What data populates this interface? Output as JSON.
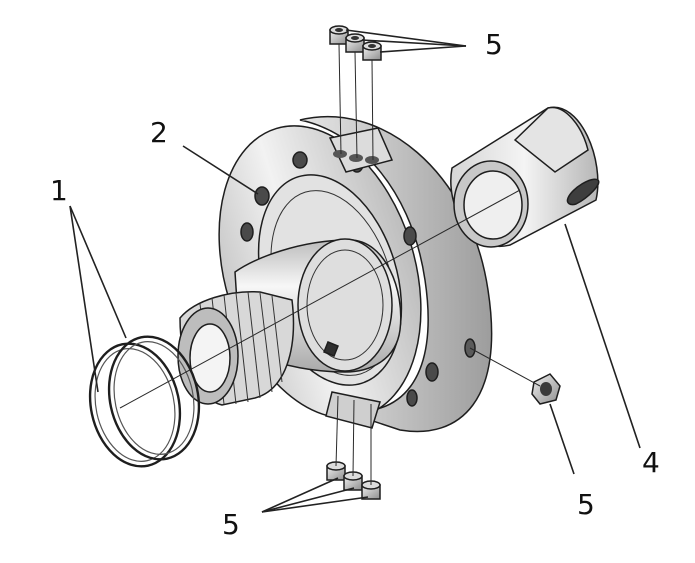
{
  "callouts": {
    "seal_rings": "1",
    "flange_body": "2",
    "sleeve": "4",
    "screws_top": "5",
    "screws_bottom": "5",
    "screw_side": "5"
  },
  "colors": {
    "line": "#1e1e1e",
    "metal_light": "#eeeeee",
    "metal_mid": "#d2d2d2",
    "metal_dark": "#9a9a9a",
    "hole": "#4a4a4a"
  }
}
